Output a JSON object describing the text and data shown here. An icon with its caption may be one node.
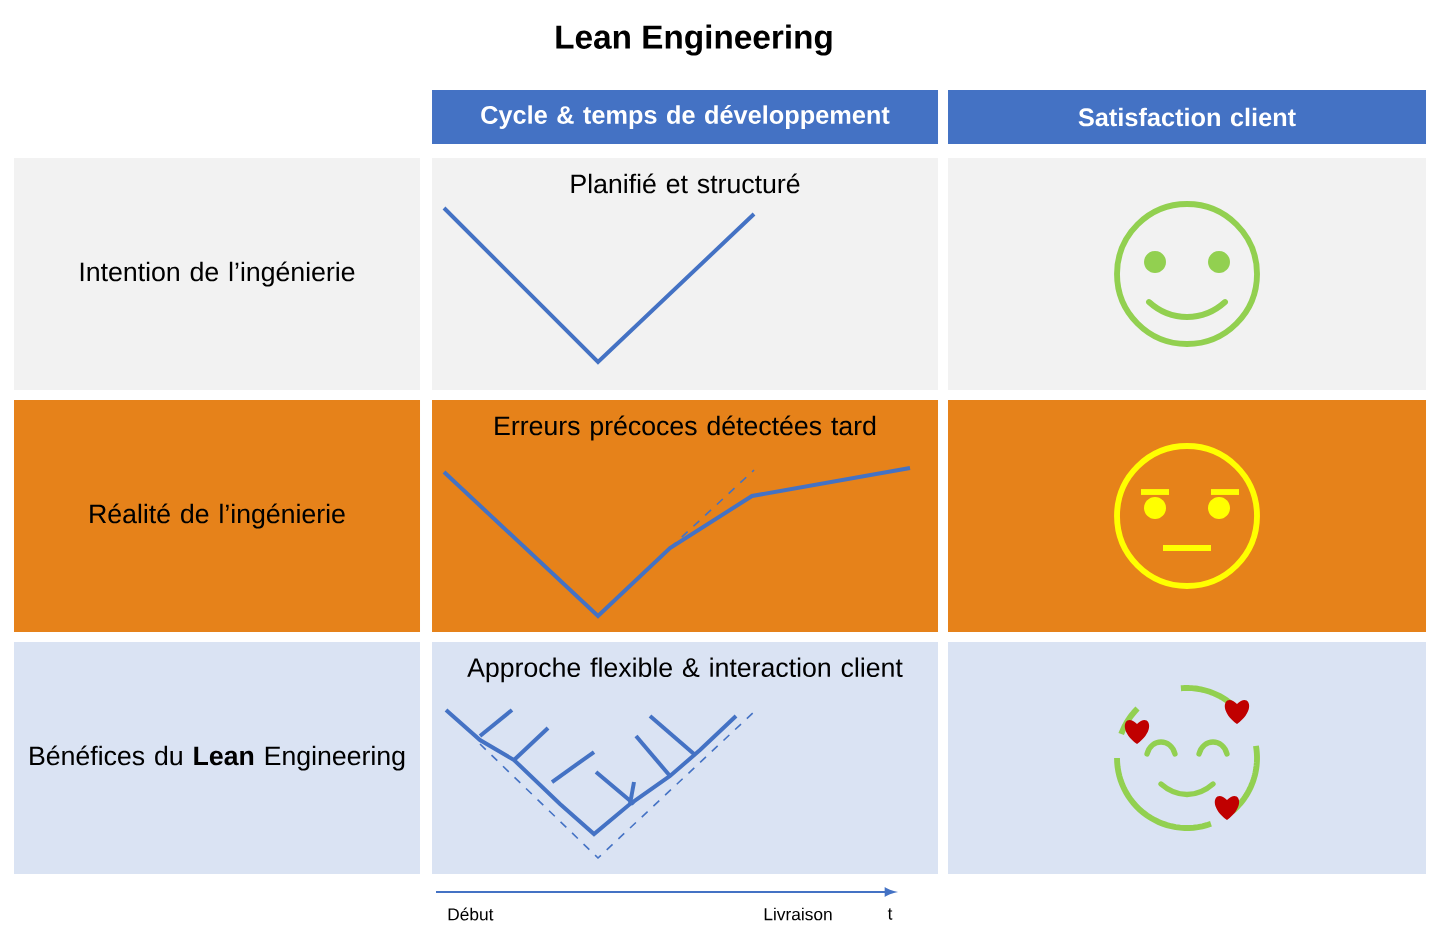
{
  "diagram": {
    "title": "Lean Engineering",
    "nodes": [
      {
        "text": [
          "Cycle & temps de développement"
        ]
      },
      {
        "text": [
          "Satisfaction client"
        ]
      },
      {
        "text": [
          "Intention de l’ingénierie"
        ]
      },
      {
        "text": [
          "Planifié et structuré"
        ]
      },
      {
        "text": [],
        "shape": "picture"
      },
      {
        "text": [
          "Réalité de l’ingénierie"
        ]
      },
      {
        "text": [
          "Erreurs précoces détectées tard"
        ]
      },
      {
        "text": [],
        "shape": "picture"
      },
      {
        "text": [
          "Bénéfices du **Lean** Engineering"
        ]
      },
      {
        "text": [
          "Approche flexible & interaction client"
        ]
      },
      {
        "text": [],
        "shape": "picture"
      }
    ],
    "labels": [
      "Début",
      "Livraison",
      "t"
    ]
  }
}
